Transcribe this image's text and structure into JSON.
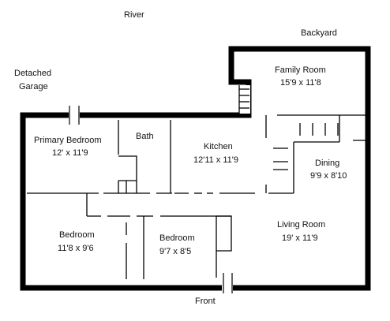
{
  "labels": {
    "river": "River",
    "backyard": "Backyard",
    "garage_line1": "Detached",
    "garage_line2": "Garage",
    "front": "Front"
  },
  "rooms": [
    {
      "id": "family-room",
      "name": "Family Room",
      "size": "15'9 x 11'8"
    },
    {
      "id": "primary-bedroom",
      "name": "Primary Bedroom",
      "size": "12' x 11'9"
    },
    {
      "id": "bath",
      "name": "Bath",
      "size": ""
    },
    {
      "id": "kitchen",
      "name": "Kitchen",
      "size": "12'11 x 11'9"
    },
    {
      "id": "dining",
      "name": "Dining",
      "size": "9'9 x 8'10"
    },
    {
      "id": "living-room",
      "name": "Living Room",
      "size": "19' x 11'9"
    },
    {
      "id": "bedroom-1",
      "name": "Bedroom",
      "size": "11'8 x 9'6"
    },
    {
      "id": "bedroom-2",
      "name": "Bedroom",
      "size": "9'7 x 8'5"
    }
  ],
  "colors": {
    "wall": "#000000",
    "line": "#000000",
    "text": "#111111"
  }
}
